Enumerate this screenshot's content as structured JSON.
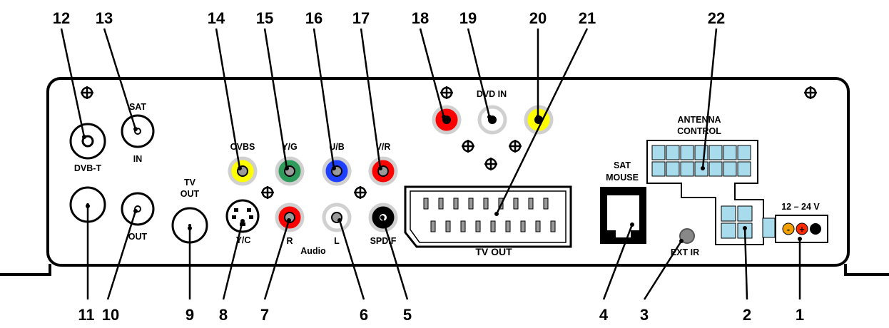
{
  "labels": {
    "sat": "SAT",
    "in": "IN",
    "dvb_t": "DVB-T",
    "out": "OUT",
    "tv_out_top": "TV",
    "tv_out_bottom": "OUT",
    "cvbs": "CVBS",
    "y_g": "Y/G",
    "u_b": "U/B",
    "v_r": "V/R",
    "y_c": "Y/C",
    "r": "R",
    "l": "L",
    "audio": "Audio",
    "spdif": "SPDIF",
    "dvd_in": "DVD IN",
    "tv_out_scart": "TV OUT",
    "sat_mouse_1": "SAT",
    "sat_mouse_2": "MOUSE",
    "antenna_1": "ANTENNA",
    "antenna_2": "CONTROL",
    "ext_ir": "EXT IR",
    "power": "12 – 24 V",
    "minus": "-",
    "plus": "+"
  },
  "callouts": {
    "n1": "1",
    "n2": "2",
    "n3": "3",
    "n4": "4",
    "n5": "5",
    "n6": "6",
    "n7": "7",
    "n8": "8",
    "n9": "9",
    "n10": "10",
    "n11": "11",
    "n12": "12",
    "n13": "13",
    "n14": "14",
    "n15": "15",
    "n16": "16",
    "n17": "17",
    "n18": "18",
    "n19": "19",
    "n20": "20",
    "n21": "21",
    "n22": "22"
  },
  "colors": {
    "cvbs": "#ffff00",
    "y_g": "#2e9b5a",
    "u_b": "#1f3fff",
    "v_r": "#ff0000",
    "audio_r": "#ff0000",
    "audio_l": "#ffffff",
    "spdif": "#000000",
    "dvd_red": "#ff0000",
    "dvd_white": "#ffffff",
    "dvd_yellow": "#ffff00",
    "power_minus": "#f0a000",
    "power_plus": "#ff2a00",
    "port_grid": "#a8dcec"
  }
}
